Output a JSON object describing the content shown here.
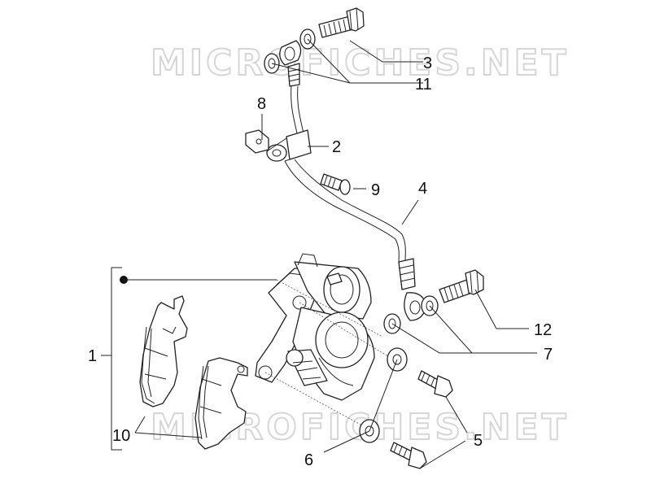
{
  "watermark": "MICROFICHES.NET",
  "callouts": {
    "c1": "1",
    "c2": "2",
    "c3": "3",
    "c4": "4",
    "c5": "5",
    "c6": "6",
    "c7": "7",
    "c8": "8",
    "c9": "9",
    "c10": "10",
    "c11": "11",
    "c12": "12"
  }
}
